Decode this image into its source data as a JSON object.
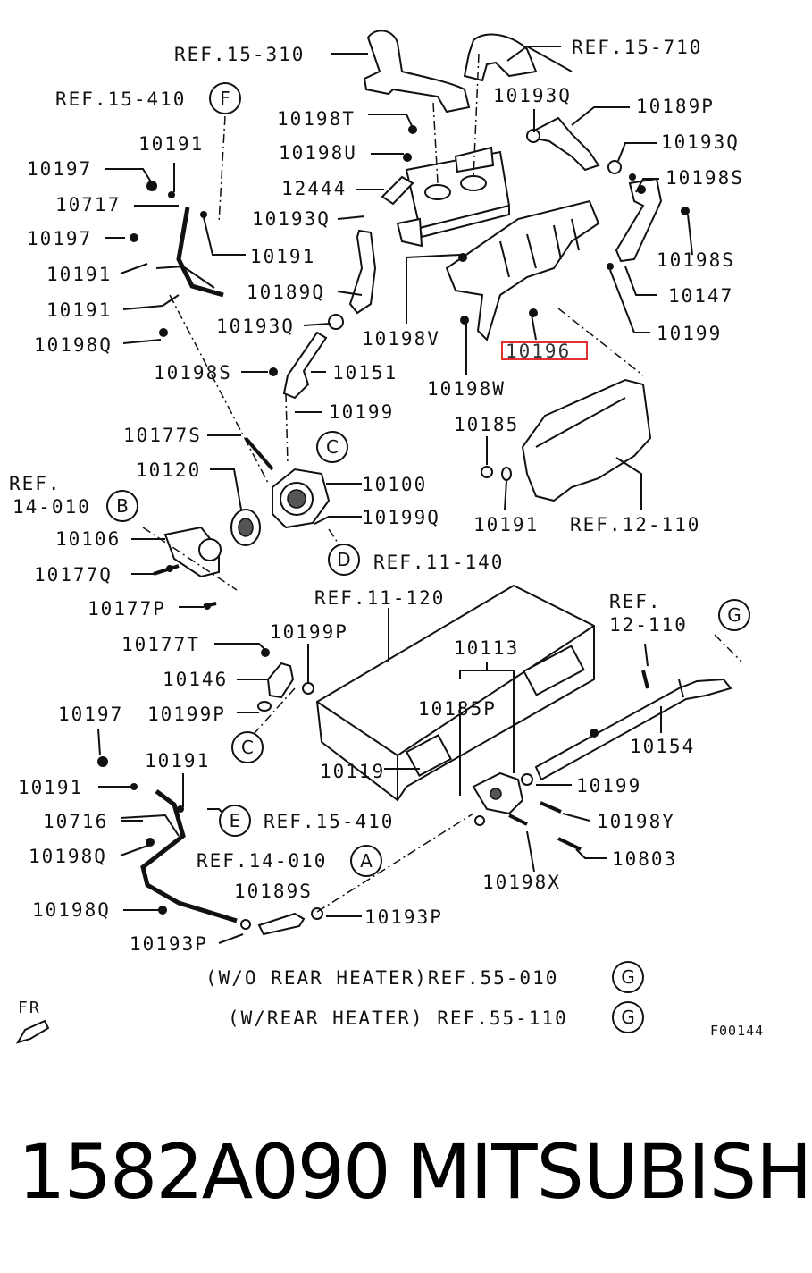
{
  "labels": {
    "ref_15_310": "REF.15-310",
    "ref_15_710": "REF.15-710",
    "ref_15_410_top": "REF.15-410",
    "p10193q_a": "10193Q",
    "p10189p": "10189P",
    "p10198t": "10198T",
    "p10191_a": "10191",
    "p10193q_b": "10193Q",
    "p10197_a": "10197",
    "p10198u": "10198U",
    "p10198s_a": "10198S",
    "p10717": "10717",
    "p12444": "12444",
    "p10197_b": "10197",
    "p10193q_c": "10193Q",
    "p10191_b": "10191",
    "p10198s_b": "10198S",
    "p10191_c": "10191",
    "p10189q": "10189Q",
    "p10147": "10147",
    "p10191_d": "10191",
    "p10193q_d": "10193Q",
    "p10199_a": "10199",
    "p10198q_a": "10198Q",
    "p10198v": "10198V",
    "p10196": "10196",
    "p10198s_c": "10198S",
    "p10151": "10151",
    "p10198w": "10198W",
    "p10199_b": "10199",
    "p10185": "10185",
    "p10177s": "10177S",
    "p10120": "10120",
    "p10100": "10100",
    "ref_14_010_b": "REF.",
    "ref_14_010_b2": "14-010",
    "p10199q": "10199Q",
    "p10191_e": "10191",
    "ref_12_110_a": "REF.12-110",
    "p10106": "10106",
    "p10177q": "10177Q",
    "ref_11_140": "REF.11-140",
    "p10177p": "10177P",
    "ref_11_120": "REF.11-120",
    "ref_12_110_b1": "REF.",
    "ref_12_110_b2": "12-110",
    "p10177t": "10177T",
    "p10199p_a": "10199P",
    "p10113": "10113",
    "p10146": "10146",
    "p10197_c": "10197",
    "p10199p_b": "10199P",
    "p10185p": "10185P",
    "p10154": "10154",
    "p10191_f": "10191",
    "p10119": "10119",
    "p10191_g": "10191",
    "p10199_c": "10199",
    "p10716": "10716",
    "ref_15_410_bot": "REF.15-410",
    "p10198y": "10198Y",
    "p10198q_b": "10198Q",
    "ref_14_010_a": "REF.14-010",
    "p10803": "10803",
    "p10189s": "10189S",
    "p10198x": "10198X",
    "p10198q_c": "10198Q",
    "p10193p_a": "10193P",
    "p10193p_b": "10193P",
    "note_wo": "(W/O REAR HEATER)REF.55-010",
    "note_w": "(W/REAR HEATER) REF.55-110",
    "fr": "FR",
    "fig_code": "F00144"
  },
  "callouts": {
    "F": "F",
    "C1": "C",
    "B": "B",
    "D": "D",
    "G1": "G",
    "C2": "C",
    "E": "E",
    "A": "A",
    "G2": "G",
    "G3": "G"
  },
  "highlight_part": "10196",
  "footer": {
    "part_number": "1582A090",
    "brand": "MITSUBISHI"
  }
}
